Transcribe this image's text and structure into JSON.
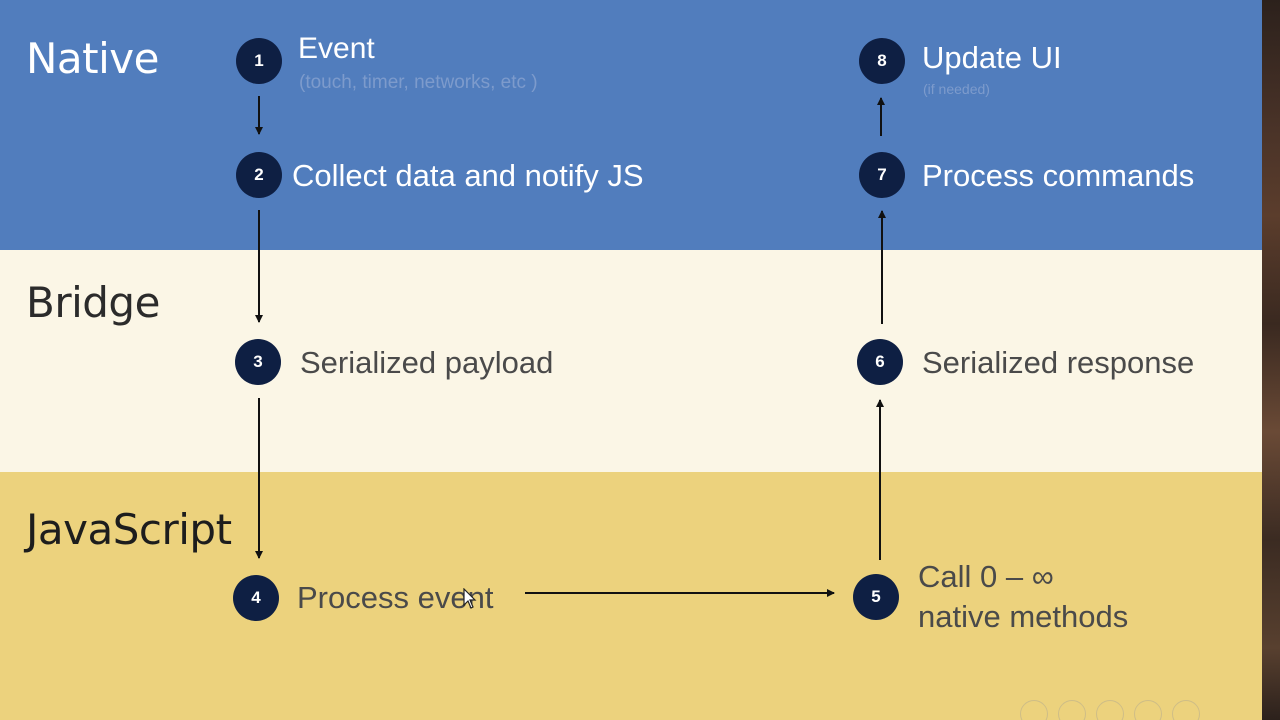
{
  "layers": {
    "native": "Native",
    "bridge": "Bridge",
    "javascript": "JavaScript"
  },
  "steps": [
    {
      "number": "1",
      "label": "Event",
      "sublabel": "(touch, timer, networks, etc )"
    },
    {
      "number": "2",
      "label": "Collect data and notify JS"
    },
    {
      "number": "3",
      "label": "Serialized payload"
    },
    {
      "number": "4",
      "label": "Process event"
    },
    {
      "number": "5",
      "label_line1": "Call 0 – ∞",
      "label_line2": "native methods"
    },
    {
      "number": "6",
      "label": "Serialized response"
    },
    {
      "number": "7",
      "label": "Process commands"
    },
    {
      "number": "8",
      "label": "Update UI",
      "sublabel": "(if needed)"
    }
  ],
  "colors": {
    "native_band": "#517dbd",
    "bridge_band": "#fbf6e6",
    "javascript_band": "#ecd27d",
    "step_circle": "#0e1f43"
  }
}
